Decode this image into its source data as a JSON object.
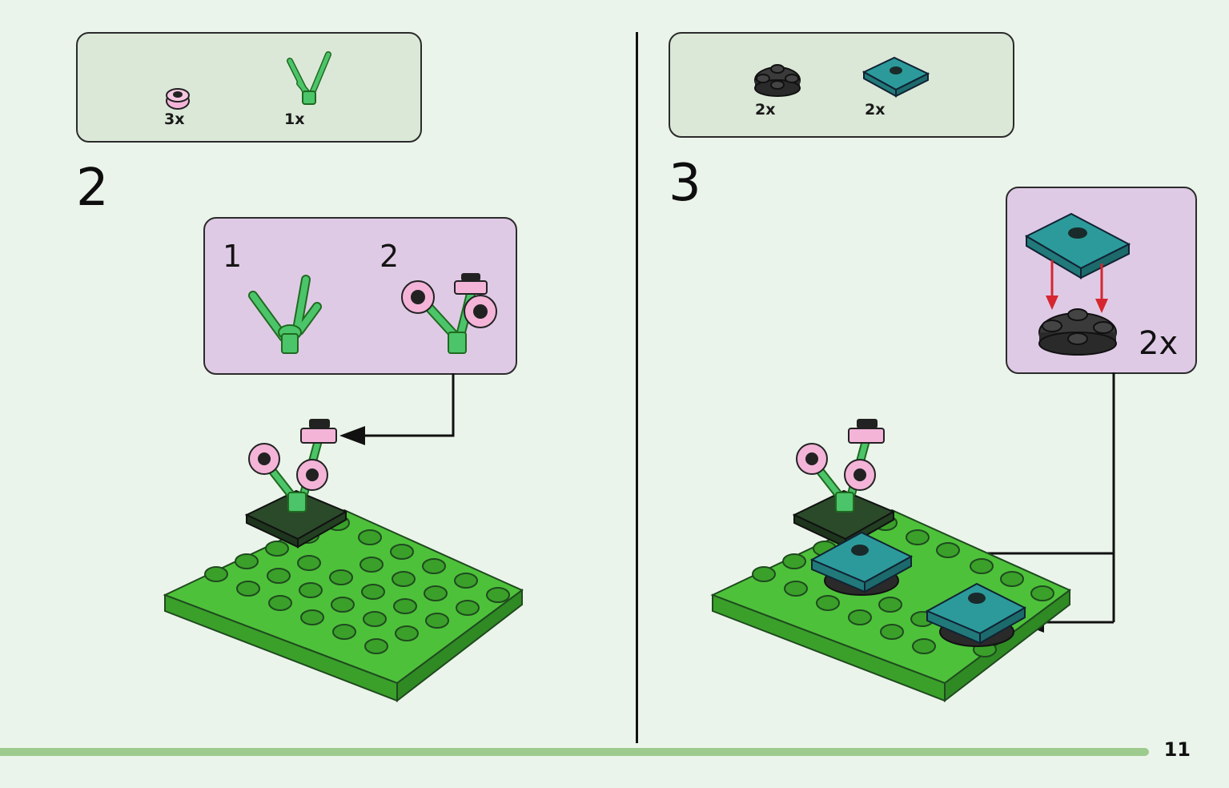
{
  "steps": [
    {
      "number": "2",
      "parts": [
        {
          "icon": "pink-flower-piece-icon",
          "quantity": "3x"
        },
        {
          "icon": "green-stem-piece-icon",
          "quantity": "1x"
        }
      ],
      "substeps": [
        {
          "number": "1",
          "icon": "stem-assembly-icon"
        },
        {
          "number": "2",
          "icon": "flowers-on-stem-icon"
        }
      ]
    },
    {
      "number": "3",
      "parts": [
        {
          "icon": "black-round-plate-icon",
          "quantity": "2x"
        },
        {
          "icon": "teal-tile-icon",
          "quantity": "2x"
        }
      ],
      "subassembly_quantity": "2x"
    }
  ],
  "page_number": "11",
  "colors": {
    "background": "#ebf4ea",
    "parts_box": "#dbe8d8",
    "sub_box": "#dfcae6",
    "baseplate_green": "#4ec13a",
    "stud_green": "#3aa02a",
    "dark_green": "#2a4a2a",
    "pink": "#f3b4d8",
    "teal": "#2c9a9b",
    "arrow_red": "#d6262f",
    "progress_bar": "#9ccb8d"
  }
}
